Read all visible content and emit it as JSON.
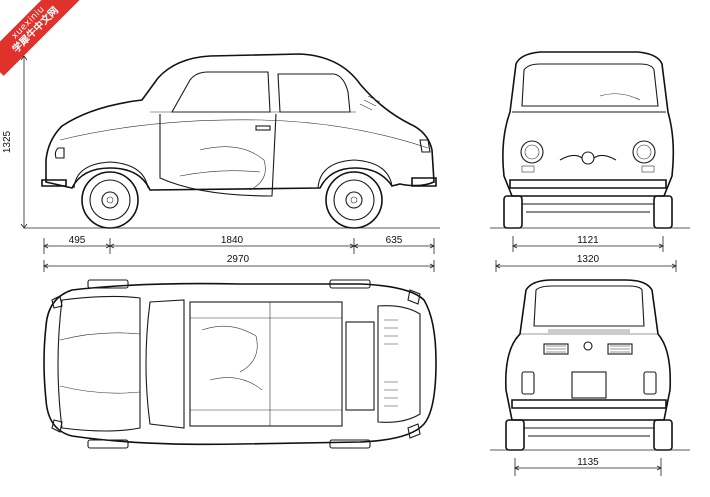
{
  "watermark": {
    "line1": "xuexiniu",
    "line2": "学犀牛中文网",
    "color": "#e0312b"
  },
  "dimensions": {
    "height": "1325",
    "front_overhang": "495",
    "wheelbase": "1840",
    "rear_overhang": "635",
    "overall_length": "2970",
    "front_track": "1121",
    "overall_width": "1320",
    "rear_track": "1135"
  },
  "views": [
    "side",
    "front",
    "top",
    "rear"
  ]
}
